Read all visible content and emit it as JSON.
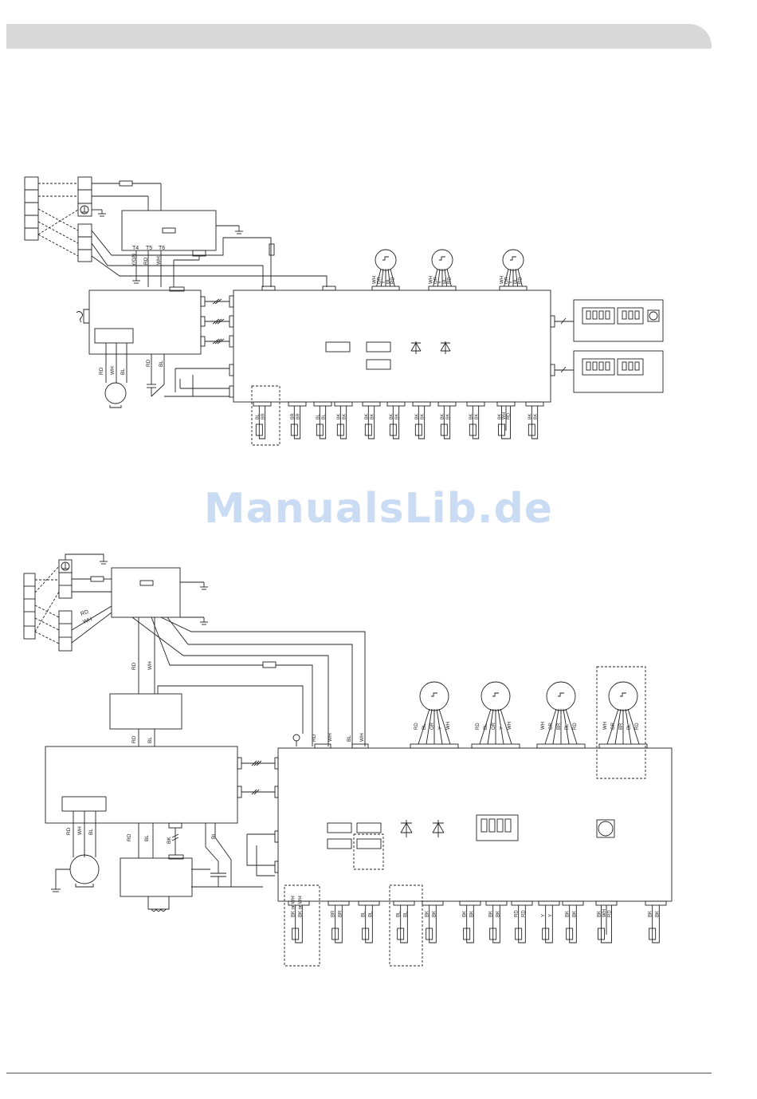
{
  "watermark": "ManualsLib.de",
  "diagram1": {
    "sensor_labels": [
      "T4",
      "T5",
      "T6"
    ],
    "feed_wires": [
      "Y/GN",
      "RD",
      "WH"
    ],
    "fan_motor_wires": [
      "RD",
      "WH",
      "BL"
    ],
    "capacitor_wires": [
      "RD",
      "BL"
    ],
    "valve_motors": [
      {
        "wires": [
          "WH",
          "OR",
          "Y",
          "BL",
          "RD"
        ]
      },
      {
        "wires": [
          "WH",
          "OR",
          "Y",
          "BL",
          "RD"
        ]
      },
      {
        "wires": [
          "WH",
          "OR",
          "Y",
          "BL",
          "RD"
        ]
      }
    ],
    "bottom_connectors": [
      {
        "wires": [
          "BL",
          "BR"
        ]
      },
      {
        "wires": [
          "BR",
          "BR"
        ]
      },
      {
        "wires": [
          "BL",
          "BL"
        ]
      },
      {
        "wires": [
          "BK",
          "BK"
        ]
      },
      {
        "wires": [
          "BK",
          "BK"
        ]
      },
      {
        "wires": [
          "BK",
          "BK"
        ]
      },
      {
        "wires": [
          "BK",
          "BK"
        ]
      },
      {
        "wires": [
          "BK",
          "BK"
        ]
      },
      {
        "wires": [
          "BK",
          "BK"
        ]
      },
      {
        "wires": [
          "BK",
          "WH",
          "RD"
        ]
      },
      {
        "wires": [
          "BK",
          "BK"
        ]
      }
    ]
  },
  "diagram2": {
    "input_wires": [
      "RD",
      "WH"
    ],
    "vertical_wires": [
      "RD",
      "WH"
    ],
    "module_wires": [
      "RD",
      "BL"
    ],
    "top_right_wires": [
      "RD",
      "WH",
      "BL",
      "WH"
    ],
    "motor_wires": [
      "RD",
      "WH",
      "BL"
    ],
    "bottom_left_wires": [
      "RD",
      "BL",
      "BK",
      "BL"
    ],
    "valve_motors": [
      {
        "wires": [
          "RD",
          "BL",
          "OR",
          "Y",
          "WH"
        ]
      },
      {
        "wires": [
          "RD",
          "BL",
          "OR",
          "Y",
          "WH"
        ]
      },
      {
        "wires": [
          "WH",
          "OR",
          "BR",
          "BL",
          "RD"
        ]
      },
      {
        "wires": [
          "WH",
          "OR",
          "BR",
          "BL",
          "RD"
        ]
      }
    ],
    "bottom_connectors": [
      {
        "wires": [
          "BK or WH",
          "BK or WH"
        ]
      },
      {
        "wires": [
          "BR",
          "BR"
        ]
      },
      {
        "wires": [
          "BL",
          "BL"
        ]
      },
      {
        "wires": [
          "BL",
          "BL"
        ]
      },
      {
        "wires": [
          "BK",
          "BK"
        ]
      },
      {
        "wires": [
          "BK",
          "BK"
        ]
      },
      {
        "wires": [
          "BK",
          "BK"
        ]
      },
      {
        "wires": [
          "RD",
          "RD"
        ]
      },
      {
        "wires": [
          "Y",
          "Y"
        ]
      },
      {
        "wires": [
          "BK",
          "BK"
        ]
      },
      {
        "wires": [
          "BK",
          "WH",
          "RD"
        ]
      },
      {
        "wires": [
          "BK",
          "BK"
        ]
      }
    ]
  }
}
